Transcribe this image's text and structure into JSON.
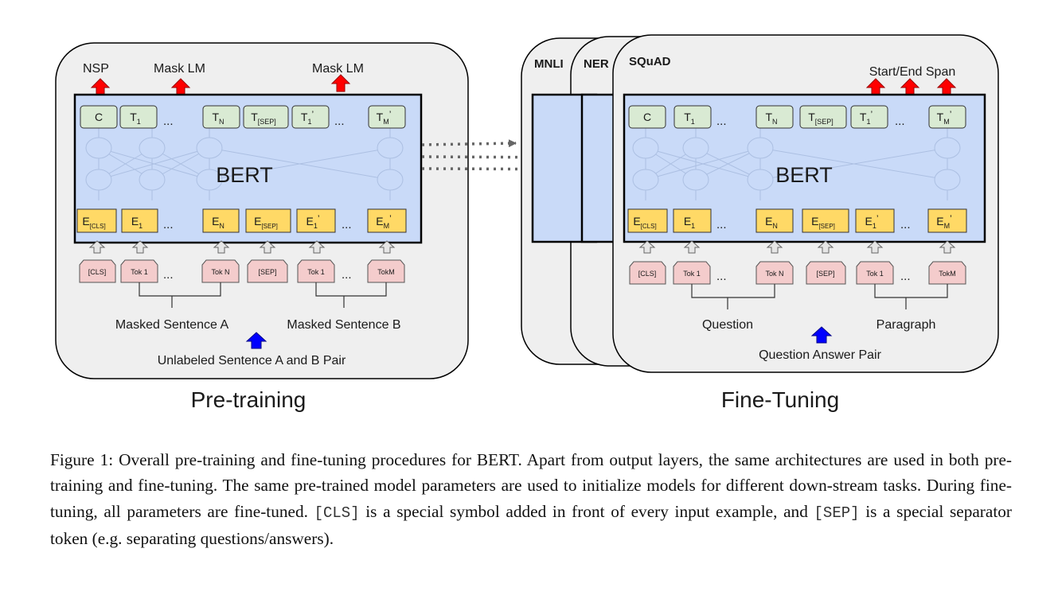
{
  "pretraining": {
    "heads": {
      "nsp": "NSP",
      "mask_lm_1": "Mask LM",
      "mask_lm_2": "Mask LM"
    },
    "model_label": "BERT",
    "outputs": {
      "c": "C",
      "t1": "T",
      "t1_sub": "1",
      "dots": "...",
      "tn": "T",
      "tn_sub": "N",
      "tsep": "T",
      "tsep_sub": "[SEP]",
      "t1p": "T",
      "t1p_sub": "1",
      "t1p_prime": "’",
      "tmp": "T",
      "tmp_sub": "M",
      "tmp_prime": "’"
    },
    "embeddings": {
      "ecls": "E",
      "ecls_sub": "[CLS]",
      "e1": "E",
      "e1_sub": "1",
      "en": "E",
      "en_sub": "N",
      "esep": "E",
      "esep_sub": "[SEP]",
      "e1p": "E",
      "e1p_sub": "1",
      "e1p_prime": "’",
      "emp": "E",
      "emp_sub": "M",
      "emp_prime": "’"
    },
    "tokens": {
      "cls": "[CLS]",
      "tok1": "Tok 1",
      "tokn": "Tok N",
      "sep": "[SEP]",
      "tok1b": "Tok 1",
      "tokm": "TokM"
    },
    "sentence_a": "Masked Sentence A",
    "sentence_b": "Masked Sentence B",
    "input_label": "Unlabeled Sentence A and B Pair",
    "panel_title": "Pre-training"
  },
  "finetuning": {
    "tasks": {
      "mnli": "MNLI",
      "ner": "NER",
      "squad": "SQuAD"
    },
    "head": "Start/End Span",
    "model_label": "BERT",
    "sentence_a": "Question",
    "sentence_b": "Paragraph",
    "input_label": "Question Answer Pair",
    "panel_title": "Fine-Tuning"
  },
  "caption": {
    "p1": "Figure 1: Overall pre-training and fine-tuning procedures for BERT. Apart from output layers, the same architectures are used in both pre-training and fine-tuning. The same pre-trained model parameters are used to initialize models for different down-stream tasks. During fine-tuning, all parameters are fine-tuned. ",
    "cls": "[CLS]",
    "p2": " is a special symbol added in front of every input example, and ",
    "sep": "[SEP]",
    "p3": " is a special separator token (e.g. separating questions/answers)."
  },
  "colors": {
    "panel_bg": "#efefef",
    "bert_bg": "#c9daf8",
    "output_box": "#d9ead3",
    "embedding_box": "#ffd966",
    "token_box": "#f4cccc",
    "red_arrow": "#ff0000",
    "blue_arrow": "#0000ff"
  }
}
